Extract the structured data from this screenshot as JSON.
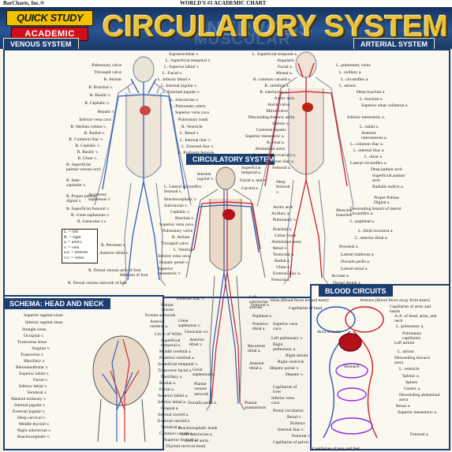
{
  "publisher": "BarCharts, Inc.®",
  "tagline": "WORLD'S #1 ACADEMIC CHART",
  "logo": {
    "quick": "QUICK STUDY",
    "academic": "ACADEMIC"
  },
  "title": "CIRCULATORY SYSTEM",
  "ghost_titles": [
    "NERVOUS",
    "MUSCULAR"
  ],
  "sections": {
    "venous": "VENOUS SYSTEM",
    "arterial": "ARTERIAL SYSTEM",
    "center": "CIRCULATORY SYSTEM",
    "schema": "SCHEMA: HEAD AND NECK",
    "blood": "BLOOD CIRCUITS"
  },
  "venous_labels": [
    "Palmonary valve",
    "Tricuspid valve",
    "R. Atrium",
    "R. Brachial v.",
    "R. Basilic v.",
    "R. Cephalic v.",
    "Hepatic v.",
    "Inferior vena cava",
    "R. Median cubital v.",
    "R. Radial v.",
    "R. Common iliac v.",
    "R. Cephalic v.",
    "R. Basilic v.",
    "R. Ulnar v.",
    "R. Superficial palmar venous arch",
    "R. Inter-capitular v.",
    "R. Proper palmar digital v.",
    "R. Superficial femoral v.",
    "R. Great saphenous v.",
    "R. Genicular v.s",
    "R. Peroneal v.",
    "R. Anterior tibial v.",
    "R. Dorsal venous arch of foot",
    "R. Dorsal venous network of foot",
    "Medium of foot",
    "Accessory saphenous v."
  ],
  "venous_right_labels": [
    "Supratrochlear v.",
    "L. Superficial temporal v.",
    "L. Superior labial v.",
    "L. Facial v.",
    "L. Inferior labial v.",
    "L. Internal jugular v.",
    "L. External jugular v.",
    "L. Subclavian v.",
    "L. Pulmonary artery",
    "Superior vena cava",
    "Pulmonary trunk",
    "R. Ventricle",
    "L. Renal v.",
    "L. Internal iliac v.",
    "L. External iliac v.",
    "L. Profunda femoris"
  ],
  "legend": [
    "L. = left",
    "R. = right",
    "a. = artery",
    "v. = vein",
    "a.a. = arteries",
    "v.v. = veins"
  ],
  "arterial_labels": [
    "L. Superficial temporal a.",
    "Angularis",
    "Facial a.",
    "Mental a.",
    "R. common carotid a.",
    "R. vertebral a.",
    "R. subclavian a.",
    "Aortic arch",
    "Aortic valve",
    "Mitral valve",
    "Descending thoracic aorta",
    "Splenic a.",
    "Common hepatic",
    "Superior mesenteric a.",
    "R. renal a.",
    "Abdominal aorta",
    "R. testicular (ovarian) a.",
    "R. common iliac a.",
    "Femoral a."
  ],
  "arterial_right_labels": [
    "L. pulmonary veins",
    "L. axillary a.",
    "L. circumflex a.",
    "L. atrium",
    "Deep brachial a.",
    "L. brachial a.",
    "Superior ulnar collateral a.",
    "Inferior mesenteric a.",
    "L. radial a.",
    "Anterior interosseous a.",
    "L. common iliac a.",
    "L. internal iliac a.",
    "L. ulnar a.",
    "Lateral circumflex a.",
    "Deep palmar arch",
    "Superficial palmar arch",
    "Radialis indicis a.",
    "Proper Palmar Digital a.",
    "Descending branch of lateral circumflex a.",
    "L. popliteal a.",
    "L. tibial recurrent a.",
    "L. anterior tibial a.",
    "Peroneal a.",
    "Lateral malleous a.",
    "Dorsalis pedis a.",
    "Lateral tarsal a.",
    "Arcuate a.",
    "Dorsal digital a.",
    "Muscular branches"
  ],
  "center_labels": [
    "Internal jugular v.",
    "L. Lateral circumflex femoral v.",
    "Brachiocephalic v.",
    "Subclavian v.",
    "Cephalic v.",
    "Brachial v.",
    "Superior vena cava",
    "Pulmonary valve",
    "R. Atrium",
    "Tricuspid valve",
    "L. Ventricle",
    "Inferior vena cava",
    "Hepatic portal v.",
    "Superior mesenteric v.",
    "Superficial temporal a.",
    "Facial a. and v.",
    "Carotid a.",
    "Aortic arch",
    "Axillary a.",
    "Pulmonary v.",
    "Brachial a.",
    "Celiac trunk",
    "Abdominal aorta",
    "Renal v.",
    "Testicular a.",
    "Radial a.",
    "Ulnar a.",
    "External iliac a.",
    "Femoral a.",
    "Deep femoral v."
  ],
  "schema_labels": [
    "Superior sagittal sinus",
    "Inferior sagittal sinus",
    "Straight sinus",
    "Occipital v.",
    "Transverse sinus",
    "Angular v.",
    "Transverse v.",
    "Maxillary v.",
    "Retomandibular v.",
    "Superior labial v.",
    "Facial v.",
    "Inferior labial v.",
    "Vertebral v.",
    "Mastoid emissary v.",
    "Internal jugular v.",
    "External jugular v.",
    "Deep cervical v.",
    "Middle thyroid v.",
    "Right subclavian v.",
    "Brachiocephalic v.",
    "Frontal a.",
    "Anterior cerebral a.",
    "Circle of Willis",
    "Superficial temporal a.",
    "Middle cerebral a.",
    "Posterior cerebral a.",
    "Superficial temporal v.",
    "Transverse facial a.",
    "Maxillary a.",
    "Basilar a.",
    "Facial a.",
    "Superior labial a.",
    "Inferior labial a.",
    "Lingual a.",
    "Internal carotid a.",
    "External carotid a.",
    "Vertebral a.",
    "Common carotid a.",
    "Superior thyroid a.",
    "Thyroid cervical trunk",
    "Brachiocephalic trunk",
    "Left subclavian a.",
    "Arch of aorta"
  ],
  "lower_center_labels": [
    "Palmar venous network",
    "External iliac v.",
    "Great saphenous v.",
    "Genicular v.s",
    "Anterior tibial v.",
    "Femoral a.",
    "Popliteal a.",
    "Posterior tibial a.",
    "Recurrent tibial a.",
    "Anterior tibial a.",
    "Great saphenous v.",
    "Plantar venous network",
    "Dorsalis pedis a.",
    "Plantar anastomosis",
    "Left subclavian arteries"
  ],
  "blood_labels": [
    "Veins (Blood flows toward heart)",
    "Arteries (Blood flows away from heart)",
    "Capillaries of head",
    "Capillaries of arms and hands",
    "A.A. of head, arms, and neck",
    "L. pulmonary a.",
    "Superior vena cava",
    "Left pulmonary v.",
    "Right pulmonary a.",
    "Pulmonary capillaries",
    "Right atrium",
    "Left atrium",
    "Right ventricle",
    "Hepatic portal v.",
    "Hepatic v.",
    "Capillaries of liver",
    "Inferior vena cava",
    "Stomach",
    "L. atrium",
    "Descending thoracic aorta",
    "L. ventricle",
    "Splenic a.",
    "Spleen",
    "Gastric a.",
    "Descending abdominal aorta",
    "Renal a.",
    "Superior mesenteric a.",
    "Portal circulation",
    "Renal v.",
    "Kidneys",
    "Internal iliac v.",
    "Femoral v.",
    "Capillaries of pelvis",
    "Capillaries of legs and feet",
    "Femoral a.",
    "Arch of aorta"
  ]
}
